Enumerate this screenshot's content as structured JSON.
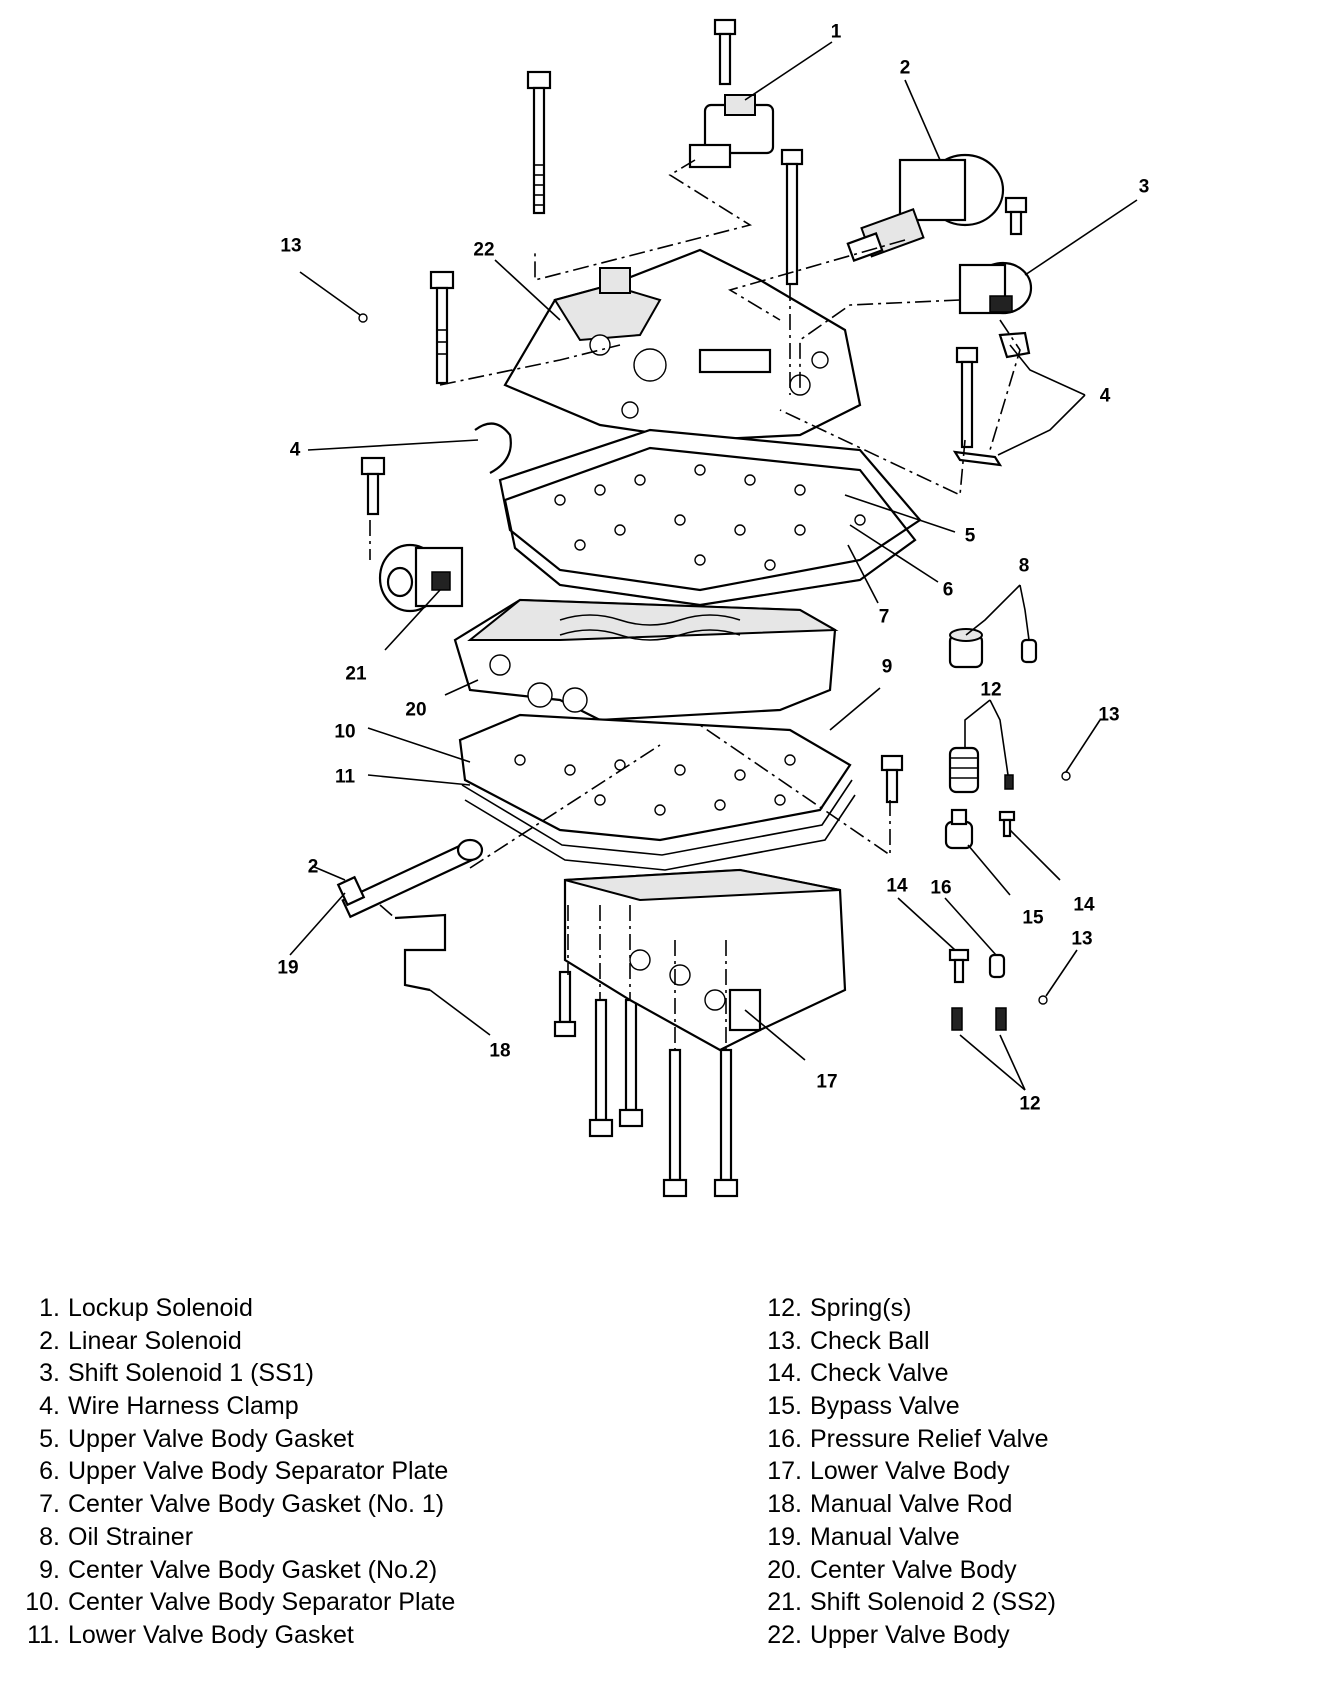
{
  "callouts": [
    {
      "id": "c1",
      "number": "1"
    },
    {
      "id": "c2",
      "number": "2"
    },
    {
      "id": "c3",
      "number": "3"
    },
    {
      "id": "c4a",
      "number": "4"
    },
    {
      "id": "c4b",
      "number": "4"
    },
    {
      "id": "c5",
      "number": "5"
    },
    {
      "id": "c6",
      "number": "6"
    },
    {
      "id": "c7",
      "number": "7"
    },
    {
      "id": "c8",
      "number": "8"
    },
    {
      "id": "c9",
      "number": "9"
    },
    {
      "id": "c10",
      "number": "10"
    },
    {
      "id": "c11",
      "number": "11"
    },
    {
      "id": "c12a",
      "number": "12"
    },
    {
      "id": "c12b",
      "number": "12"
    },
    {
      "id": "c13a",
      "number": "13"
    },
    {
      "id": "c13b",
      "number": "13"
    },
    {
      "id": "c13c",
      "number": "13"
    },
    {
      "id": "c14a",
      "number": "14"
    },
    {
      "id": "c14b",
      "number": "14"
    },
    {
      "id": "c15",
      "number": "15"
    },
    {
      "id": "c16",
      "number": "16"
    },
    {
      "id": "c17",
      "number": "17"
    },
    {
      "id": "c18",
      "number": "18"
    },
    {
      "id": "c19",
      "number": "19"
    },
    {
      "id": "c2b",
      "number": "2"
    },
    {
      "id": "c20",
      "number": "20"
    },
    {
      "id": "c21",
      "number": "21"
    },
    {
      "id": "c22",
      "number": "22"
    }
  ],
  "legend": {
    "left": [
      {
        "num": "1.",
        "text": "Lockup Solenoid"
      },
      {
        "num": "2.",
        "text": "Linear Solenoid"
      },
      {
        "num": "3.",
        "text": "Shift Solenoid 1 (SS1)"
      },
      {
        "num": "4.",
        "text": "Wire Harness Clamp"
      },
      {
        "num": "5.",
        "text": "Upper Valve Body Gasket"
      },
      {
        "num": "6.",
        "text": "Upper Valve Body Separator Plate"
      },
      {
        "num": "7.",
        "text": "Center Valve Body Gasket (No. 1)"
      },
      {
        "num": "8.",
        "text": "Oil Strainer"
      },
      {
        "num": "9.",
        "text": "Center Valve Body Gasket (No.2)"
      },
      {
        "num": "10.",
        "text": "Center Valve Body Separator Plate"
      },
      {
        "num": "11.",
        "text": "Lower Valve Body Gasket"
      }
    ],
    "right": [
      {
        "num": "12.",
        "text": "Spring(s)"
      },
      {
        "num": "13.",
        "text": "Check Ball"
      },
      {
        "num": "14.",
        "text": "Check Valve"
      },
      {
        "num": "15.",
        "text": "Bypass Valve"
      },
      {
        "num": "16.",
        "text": "Pressure Relief Valve"
      },
      {
        "num": "17.",
        "text": "Lower Valve Body"
      },
      {
        "num": "18.",
        "text": "Manual Valve Rod"
      },
      {
        "num": "19.",
        "text": "Manual Valve"
      },
      {
        "num": "20.",
        "text": "Center Valve Body"
      },
      {
        "num": "21.",
        "text": "Shift Solenoid 2 (SS2)"
      },
      {
        "num": "22.",
        "text": "Upper Valve Body"
      }
    ]
  }
}
